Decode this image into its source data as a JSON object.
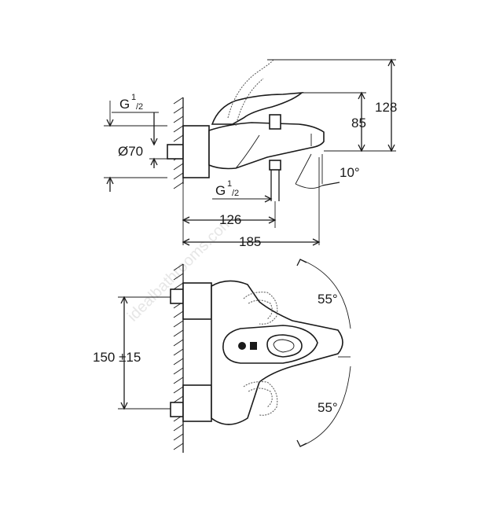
{
  "dimensions": {
    "thread_top_G": "G",
    "thread_top_sup": "1",
    "thread_top_sub": "/2",
    "diameter": "Ø70",
    "thread_bottom_G": "G",
    "thread_bottom_sup": "1",
    "thread_bottom_sub": "/2",
    "depth_outlet": "126",
    "depth_total": "185",
    "height_handle": "85",
    "height_max": "128",
    "spout_angle": "10°",
    "centres": "150 ±15",
    "rotation_up": "55°",
    "rotation_down": "55°"
  },
  "watermark": "idealbathrooms.com",
  "colors": {
    "line": "#1a1a1a",
    "ghost": "#555555",
    "watermark": "#e6e6e6"
  }
}
